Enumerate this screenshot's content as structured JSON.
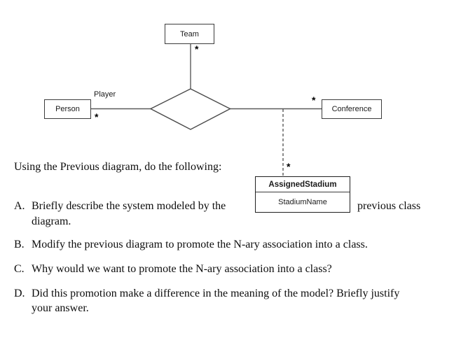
{
  "diagram": {
    "classes": {
      "team": {
        "label": "Team"
      },
      "person": {
        "label": "Person"
      },
      "conference": {
        "label": "Conference"
      }
    },
    "association": {
      "role_label": "Player",
      "multiplicity_team": "*",
      "multiplicity_person": "*",
      "multiplicity_conference": "*",
      "multiplicity_assigned_stadium": "*"
    },
    "association_class": {
      "name": "AssignedStadium",
      "attributes": [
        "StadiumName"
      ]
    }
  },
  "questions": {
    "intro": "Using the Previous diagram, do the following:",
    "a": {
      "label": "A.",
      "line1": "Briefly describe the system modeled by the",
      "wrap_right": "previous class",
      "line2": "diagram."
    },
    "b": {
      "label": "B.",
      "text": "Modify the previous diagram to promote the N-ary association into a class."
    },
    "c": {
      "label": "C.",
      "text": "Why would we want to promote the N-ary association into a class?"
    },
    "d": {
      "label": "D.",
      "line1": "Did this promotion make a difference in the meaning of the model? Briefly justify",
      "line2": "your answer."
    }
  },
  "colors": {
    "background": "#ffffff",
    "line": "#4a4a4a",
    "text": "#0d0d0d"
  }
}
